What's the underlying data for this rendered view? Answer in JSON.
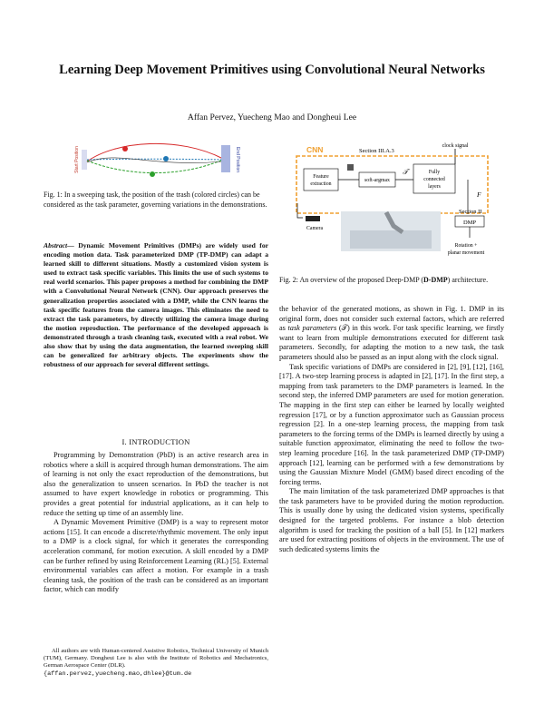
{
  "paper": {
    "title": "Learning Deep Movement Primitives using Convolutional Neural Networks",
    "authors": "Affan Pervez, Yuecheng Mao and Dongheui Lee"
  },
  "figure1": {
    "start_label": "Start Position",
    "end_label": "End Position",
    "caption": "Fig. 1: In a sweeping task, the position of the trash (colored circles) can be considered as the task parameter, governing variations in the demonstrations."
  },
  "figure2": {
    "cnn_label": "CNN",
    "section_a3": "Section III.A.3",
    "clock_signal": "clock signal",
    "feature_extraction": "Feature extraction",
    "soft_argmax": "soft-argmax",
    "tau_symbol": "𝒯",
    "fc_layers": "Fully connected layers",
    "f_symbol": "F",
    "section_ii": "Section II",
    "dmp": "DMP",
    "camera": "Camera",
    "rotation": "Rotation +",
    "planar": "planar movement",
    "caption_prefix": "Fig. 2: An overview of the proposed Deep-DMP (",
    "caption_bold": "D-DMP",
    "caption_suffix": ") architecture."
  },
  "abstract": {
    "lead": "Abstract",
    "text": "— Dynamic Movement Primitives (DMPs) are widely used for encoding motion data. Task parameterized DMP (TP-DMP) can adapt a learned skill to different situations. Mostly a customized vision system is used to extract task specific variables. This limits the use of such systems to real world scenarios. This paper proposes a method for combining the DMP with a Convolutional Neural Network (CNN). Our approach preserves the generalization properties associated with a DMP, while the CNN learns the task specific features from the camera images. This eliminates the need to extract the task parameters, by directly utilizing the camera image during the motion reproduction. The performance of the developed approach is demonstrated through a trash cleaning task, executed with a real robot. We also show that by using the data augmentation, the learned sweeping skill can be generalized for arbitrary objects. The experiments show the robustness of our approach for several different settings."
  },
  "section1": {
    "heading": "I. INTRODUCTION",
    "p1": "Programming by Demonstration (PbD) is an active research area in robotics where a skill is acquired through human demonstrations. The aim of learning is not only the exact reproduction of the demonstrations, but also the generalization to unseen scenarios. In PbD the teacher is not assumed to have expert knowledge in robotics or programming. This provides a great potential for industrial applications, as it can help to reduce the setting up time of an assembly line.",
    "p2": "A Dynamic Movement Primitive (DMP) is a way to represent motor actions [15]. It can encode a discrete/rhythmic movement. The only input to a DMP is a clock signal, for which it generates the corresponding acceleration command, for motion execution. A skill encoded by a DMP can be further refined by using Reinforcement Learning (RL) [5]. External environmental variables can affect a motion. For example in a trash cleaning task, the position of the trash can be considered as an important factor, which can modify"
  },
  "right_column": {
    "p1_a": "the behavior of the generated motions, as shown in Fig. 1. DMP in its original form, does not consider such external factors, which are referred as ",
    "p1_em": "task parameters",
    "p1_sym": " (𝒯) ",
    "p1_b": "in this work. For task specific learning, we firstly want to learn from multiple demonstrations executed for different task parameters. Secondly, for adapting the motion to a new task, the task parameters should also be passed as an input along with the clock signal.",
    "p2": "Task specific variations of DMPs are considered in [2], [9], [12], [16], [17]. A two-step learning process is adapted in [2], [17]. In the first step, a mapping from task parameters to the DMP parameters is learned. In the second step, the inferred DMP parameters are used for motion generation. The mapping in the first step can either be learned by locally weighted regression [17], or by a function approximator such as Gaussian process regression [2]. In a one-step learning process, the mapping from task parameters to the forcing terms of the DMPs is learned directly by using a suitable function approximator, eliminating the need to follow the two-step learning procedure [16]. In the task parameterized DMP (TP-DMP) approach [12], learning can be performed with a few demonstrations by using the Gaussian Mixture Model (GMM) based direct encoding of the forcing terms.",
    "p3": "The main limitation of the task parameterized DMP approaches is that the task parameters have to be provided during the motion reproduction. This is usually done by using the dedicated vision systems, specifically designed for the targeted problems. For instance a blob detection algorithm is used for tracking the position of a ball [5]. In [12] markers are used for extracting positions of objects in the environment. The use of such dedicated systems limits the"
  },
  "footnote": {
    "text": "All authors are with Human-centered Assistive Robotics, Technical University of Munich (TUM), Germany. Dongheui Lee is also with the Institute of Robotics and Mechatronics, German Aerospace Center (DLR).",
    "emails": "{affan.pervez,yuecheng.mao,dhlee}@tum.de"
  },
  "colors": {
    "cnn_orange": "#f0a030",
    "trash_red": "#d62728",
    "trash_green": "#2ca02c",
    "trash_blue": "#1f77b4",
    "goal_box": "#a8b4e0"
  }
}
